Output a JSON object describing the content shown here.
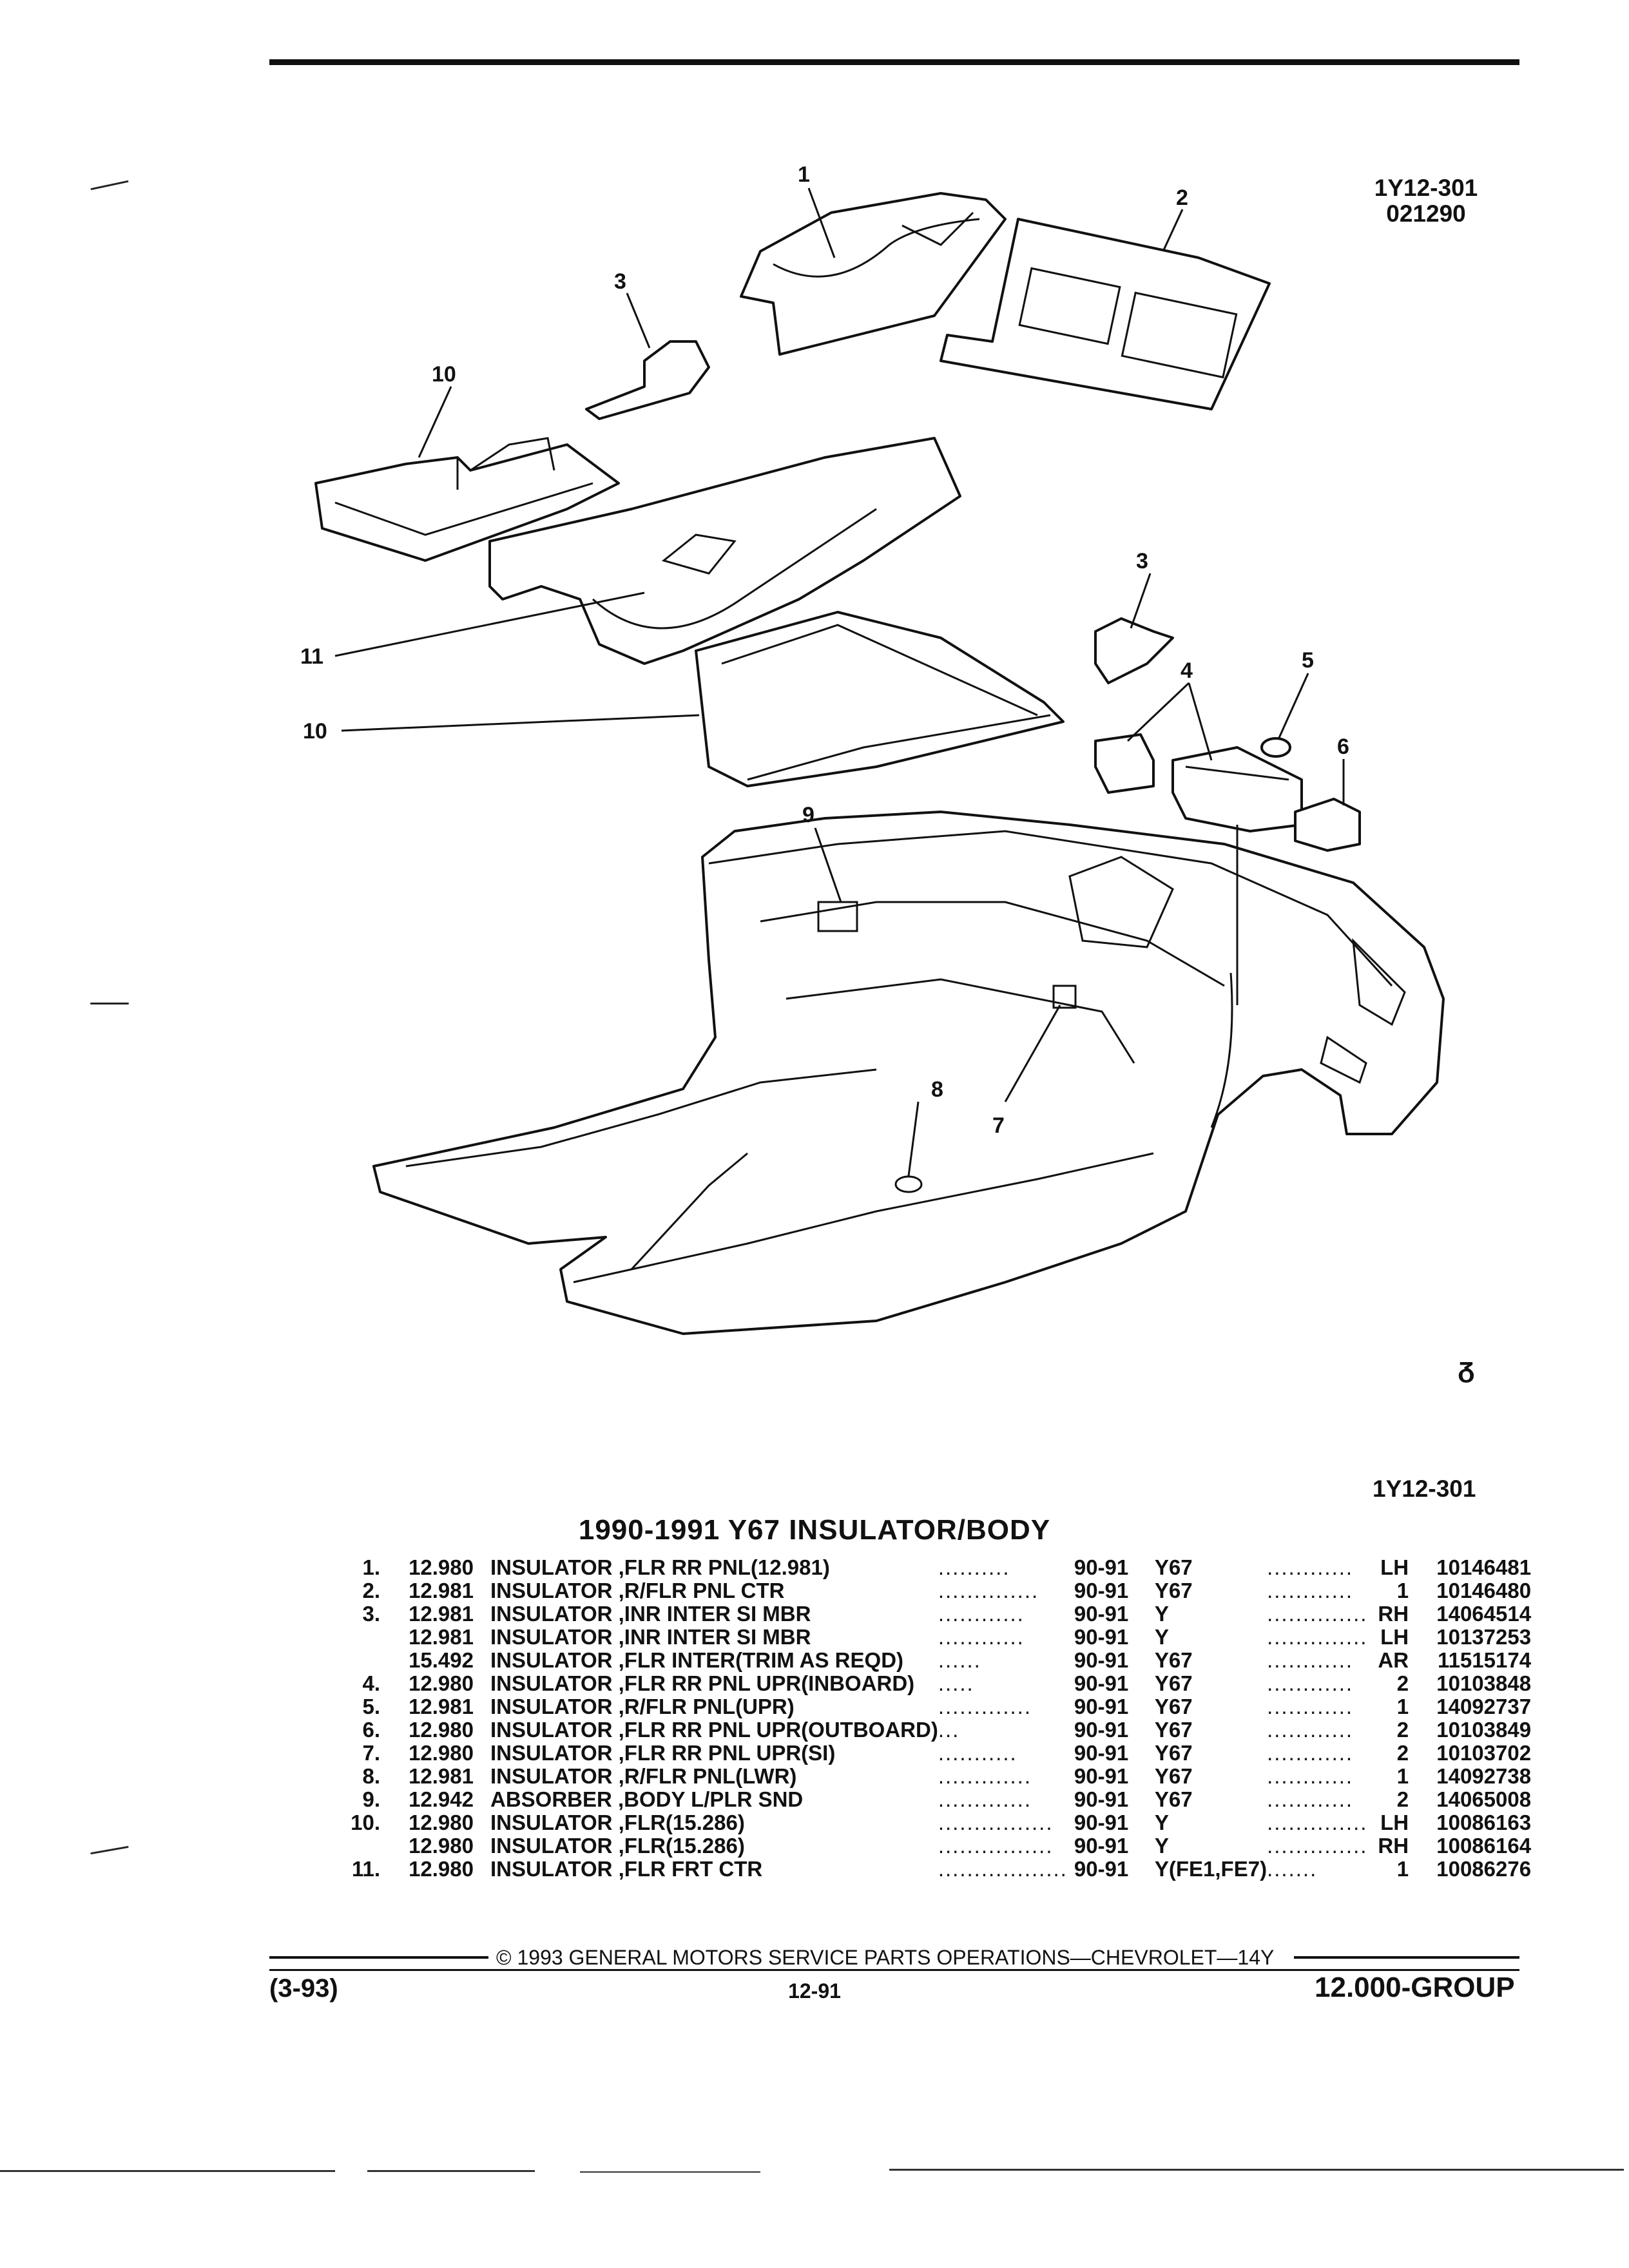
{
  "header": {
    "figure_ref": "1Y12-301",
    "figure_date": "021290"
  },
  "illustration": {
    "callouts": [
      "1",
      "2",
      "3",
      "10",
      "3",
      "11",
      "10",
      "4",
      "5",
      "6",
      "9",
      "8",
      "7"
    ],
    "brand_mark": "ᵹ"
  },
  "figure_code": "1Y12-301",
  "section_title": "1990-1991 Y67 INSULATOR/BODY",
  "parts": [
    {
      "item": "1.",
      "group": "12.980",
      "description": "INSULATOR ,FLR RR PNL(12.981)",
      "dots": "..........",
      "years": "90-91",
      "option": "Y67",
      "dots2": "............",
      "qty": "LH",
      "part": "10146481"
    },
    {
      "item": "2.",
      "group": "12.981",
      "description": "INSULATOR ,R/FLR PNL CTR",
      "dots": "..............",
      "years": "90-91",
      "option": "Y67",
      "dots2": "............",
      "qty": "1",
      "part": "10146480"
    },
    {
      "item": "3.",
      "group": "12.981",
      "description": "INSULATOR ,INR INTER SI MBR",
      "dots": "............",
      "years": "90-91",
      "option": "Y",
      "dots2": "..............",
      "qty": "RH",
      "part": "14064514"
    },
    {
      "item": "",
      "group": "12.981",
      "description": "INSULATOR ,INR INTER SI MBR",
      "dots": "............",
      "years": "90-91",
      "option": "Y",
      "dots2": "..............",
      "qty": "LH",
      "part": "10137253"
    },
    {
      "item": "",
      "group": "15.492",
      "description": "INSULATOR ,FLR INTER(TRIM AS REQD)",
      "dots": "......",
      "years": "90-91",
      "option": "Y67",
      "dots2": "............",
      "qty": "AR",
      "part": "11515174"
    },
    {
      "item": "4.",
      "group": "12.980",
      "description": "INSULATOR ,FLR RR PNL UPR(INBOARD)",
      "dots": ".....",
      "years": "90-91",
      "option": "Y67",
      "dots2": "............",
      "qty": "2",
      "part": "10103848"
    },
    {
      "item": "5.",
      "group": "12.981",
      "description": "INSULATOR ,R/FLR PNL(UPR)",
      "dots": ".............",
      "years": "90-91",
      "option": "Y67",
      "dots2": "............",
      "qty": "1",
      "part": "14092737"
    },
    {
      "item": "6.",
      "group": "12.980",
      "description": "INSULATOR ,FLR RR PNL UPR(OUTBOARD)",
      "dots": "...",
      "years": "90-91",
      "option": "Y67",
      "dots2": "............",
      "qty": "2",
      "part": "10103849"
    },
    {
      "item": "7.",
      "group": "12.980",
      "description": "INSULATOR ,FLR RR PNL UPR(SI)",
      "dots": "...........",
      "years": "90-91",
      "option": "Y67",
      "dots2": "............",
      "qty": "2",
      "part": "10103702"
    },
    {
      "item": "8.",
      "group": "12.981",
      "description": "INSULATOR ,R/FLR PNL(LWR)",
      "dots": ".............",
      "years": "90-91",
      "option": "Y67",
      "dots2": "............",
      "qty": "1",
      "part": "14092738"
    },
    {
      "item": "9.",
      "group": "12.942",
      "description": "ABSORBER ,BODY L/PLR SND",
      "dots": ".............",
      "years": "90-91",
      "option": "Y67",
      "dots2": "............",
      "qty": "2",
      "part": "14065008"
    },
    {
      "item": "10.",
      "group": "12.980",
      "description": "INSULATOR ,FLR(15.286)",
      "dots": "................",
      "years": "90-91",
      "option": "Y",
      "dots2": "..............",
      "qty": "LH",
      "part": "10086163"
    },
    {
      "item": "",
      "group": "12.980",
      "description": "INSULATOR ,FLR(15.286)",
      "dots": "................",
      "years": "90-91",
      "option": "Y",
      "dots2": "..............",
      "qty": "RH",
      "part": "10086164"
    },
    {
      "item": "11.",
      "group": "12.980",
      "description": "INSULATOR ,FLR FRT CTR",
      "dots": "..................",
      "years": "90-91",
      "option": "Y(FE1,FE7)",
      "dots2": ".......",
      "qty": "1",
      "part": "10086276"
    }
  ],
  "footer": {
    "copyright": "© 1993 GENERAL MOTORS SERVICE PARTS OPERATIONS—CHEVROLET—14Y",
    "date_code": "(3-93)",
    "page_number": "12-91",
    "group": "12.000-GROUP"
  }
}
